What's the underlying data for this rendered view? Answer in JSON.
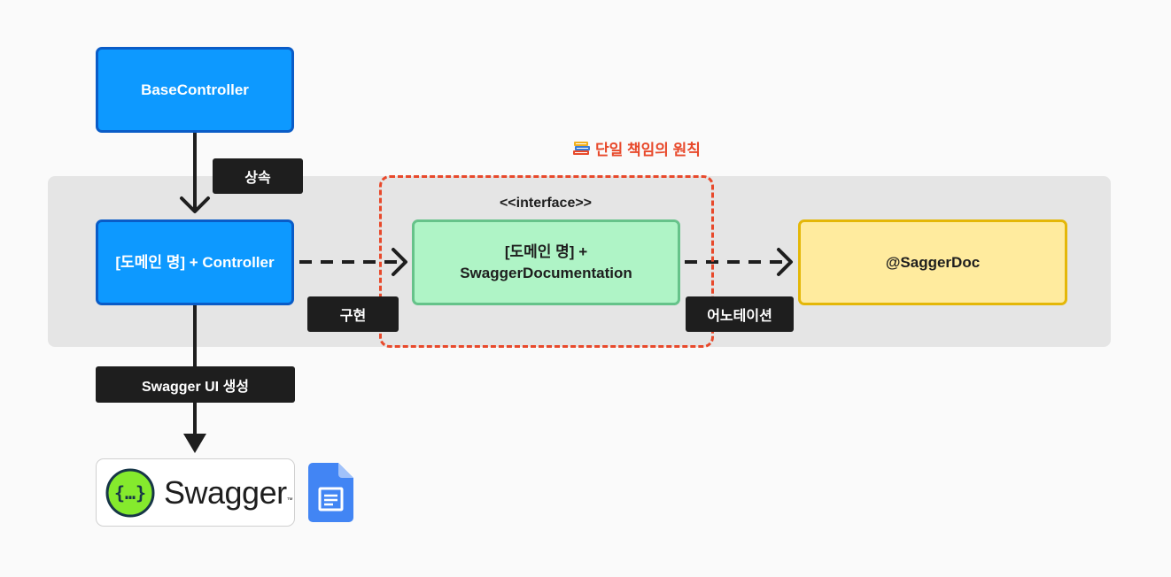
{
  "nodes": {
    "base_controller": "BaseController",
    "domain_controller": "[도메인 명] + Controller",
    "swagger_doc_line1": "[도메인 명] +",
    "swagger_doc_line2": "SwaggerDocumentation",
    "annotation_node": "@SaggerDoc"
  },
  "labels": {
    "inherit": "상속",
    "implement": "구현",
    "annotation": "어노테이션",
    "swagger_ui": "Swagger UI 생성",
    "interface_stereotype": "<<interface>>"
  },
  "principle": {
    "icon": "books-icon",
    "title": "단일 책임의 원칙"
  },
  "logo": {
    "text": "Swagger",
    "tm": "™"
  },
  "colors": {
    "blue_fill": "#0d99ff",
    "green_fill": "#aff4c6",
    "yellow_fill": "#ffeb9e",
    "highlight": "#e8492b",
    "swagger_green": "#85ea2d",
    "docs_blue": "#4285f4"
  }
}
